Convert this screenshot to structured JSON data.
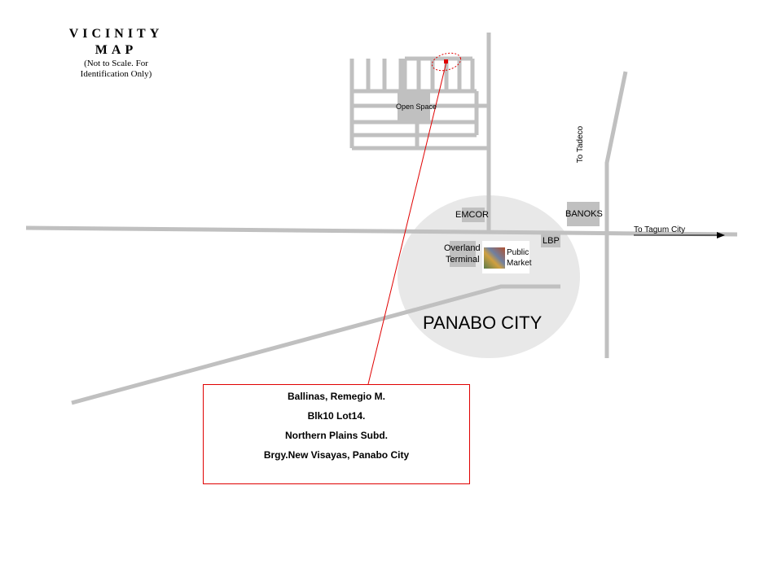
{
  "title": {
    "line1": "VICINITY",
    "line2": "MAP",
    "note1": "(Not  to Scale. For",
    "note2": "Identification Only)"
  },
  "labels": {
    "open_space": "Open Space",
    "emcor": "EMCOR",
    "banoks": "BANOKS",
    "lbp": "LBP",
    "overland_terminal_1": "Overland",
    "overland_terminal_2": "Terminal",
    "public_market_1": "Public",
    "public_market_2": "Market",
    "to_tagum": "To Tagum City",
    "to_tadeco": "To Tadeco",
    "city": "PANABO CITY"
  },
  "address": [
    "Ballinas, Remegio M.",
    "Blk10 Lot14.",
    "Northern Plains Subd.",
    "Brgy.New Visayas, Panabo City"
  ],
  "colors": {
    "road": "#c0c0c0",
    "city_area": "#e8e8e8",
    "marker": "#e00000"
  }
}
